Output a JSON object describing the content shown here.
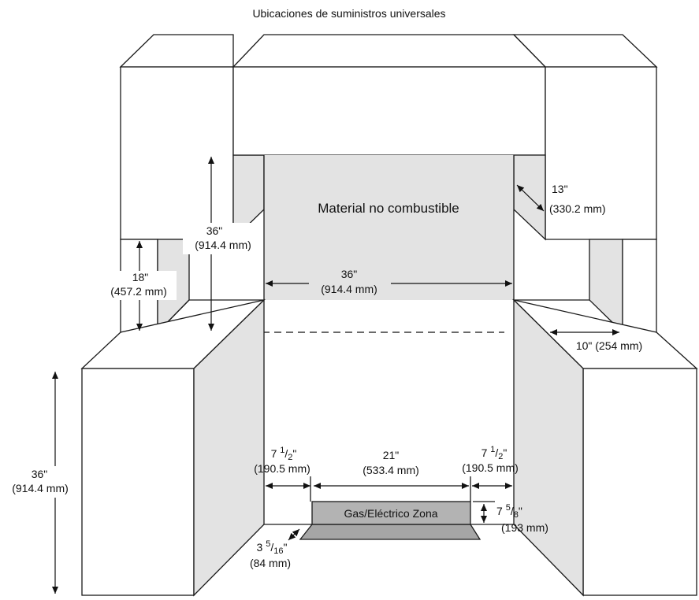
{
  "title": "Ubicaciones de suministros universales",
  "center_label": "Material no combustible",
  "zone_label": "Gas/Eléctrico Zona",
  "dimensions": {
    "upper_width": {
      "imperial": "36\"",
      "metric": "(914.4 mm)"
    },
    "upper_height": {
      "imperial": "36\"",
      "metric": "(914.4 mm)"
    },
    "cabinet_gap": {
      "imperial": "18\"",
      "metric": "(457.2 mm)"
    },
    "upper_depth": {
      "imperial": "13\"",
      "metric": "(330.2 mm)"
    },
    "side_depth": {
      "text": "10\" (254 mm)"
    },
    "base_height": {
      "imperial": "36\"",
      "metric": "(914.4 mm)"
    },
    "left_offset": {
      "whole": "7 ",
      "num": "1",
      "den": "2",
      "tail": "\"",
      "metric": "(190.5 mm)"
    },
    "zone_width": {
      "imperial": "21\"",
      "metric": "(533.4 mm)"
    },
    "right_offset": {
      "whole": "7 ",
      "num": "1",
      "den": "2",
      "tail": "\"",
      "metric": "(190.5 mm)"
    },
    "zone_height": {
      "whole": "7 ",
      "num": "5",
      "den": "8",
      "tail": "\"",
      "metric": "(193 mm)"
    },
    "floor_offset": {
      "whole": "3 ",
      "num": "5",
      "den": "16",
      "tail": "\"",
      "metric": "(84 mm)"
    }
  }
}
